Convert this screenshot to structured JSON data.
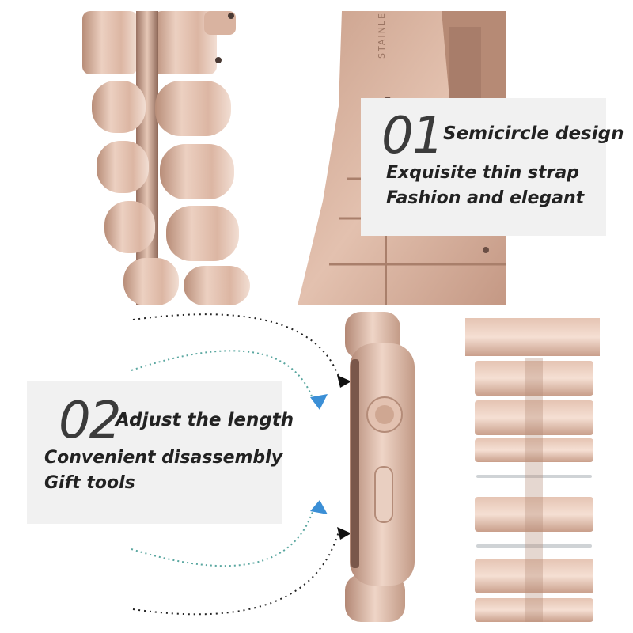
{
  "palette": {
    "rose_gold_light": "#eed0c0",
    "rose_gold_mid": "#d8ad98",
    "rose_gold_dark": "#a9806c",
    "callout_bg": "#f1f1f1",
    "arrow_blue": "#3b8fd6",
    "text_dark": "#222222"
  },
  "callout_1": {
    "number": "01",
    "title": "Semicircle design",
    "lines": [
      "Exquisite thin strap",
      "Fashion and elegant"
    ]
  },
  "callout_2": {
    "number": "02",
    "title": "Adjust the length",
    "lines": [
      "Convenient disassembly",
      "Gift tools"
    ]
  },
  "clasp_engraving": "STAINLE",
  "icons": [
    "arrow-up-icon",
    "arrow-down-icon",
    "watch-crown-icon",
    "curved-dotted-arrow-icon"
  ]
}
